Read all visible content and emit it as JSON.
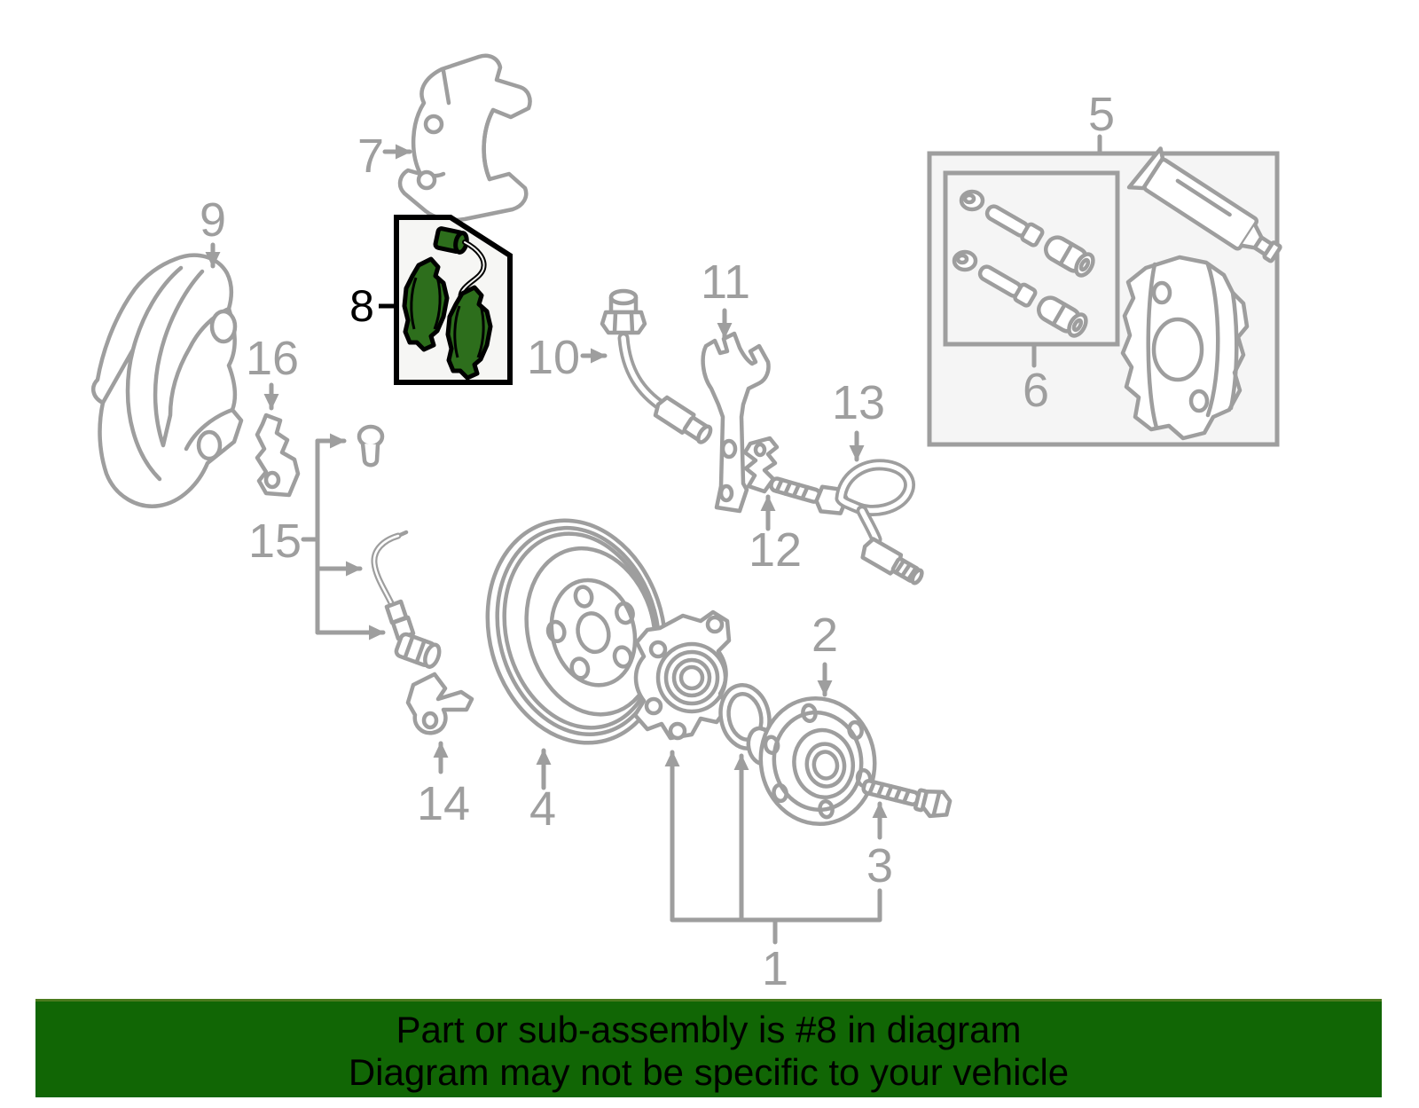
{
  "banner": {
    "line1": "Part or sub-assembly is #8 in diagram",
    "line2": "Diagram may not be specific to your vehicle"
  },
  "diagram": {
    "highlighted_part_number": "8",
    "callouts": [
      {
        "label": "1"
      },
      {
        "label": "2"
      },
      {
        "label": "3"
      },
      {
        "label": "4"
      },
      {
        "label": "5"
      },
      {
        "label": "6"
      },
      {
        "label": "7"
      },
      {
        "label": "8"
      },
      {
        "label": "9"
      },
      {
        "label": "10"
      },
      {
        "label": "11"
      },
      {
        "label": "12"
      },
      {
        "label": "13"
      },
      {
        "label": "14"
      },
      {
        "label": "15"
      },
      {
        "label": "16"
      }
    ]
  },
  "colors": {
    "background": "#ffffff",
    "line_art": "#9e9e9e",
    "callout_text": "#9e9e9e",
    "highlight_fill": "#2d6e1c",
    "highlight_outline": "#000000",
    "highlight_box_fill": "#f6f6f4",
    "banner_background": "#116605",
    "banner_text": "#000000"
  }
}
